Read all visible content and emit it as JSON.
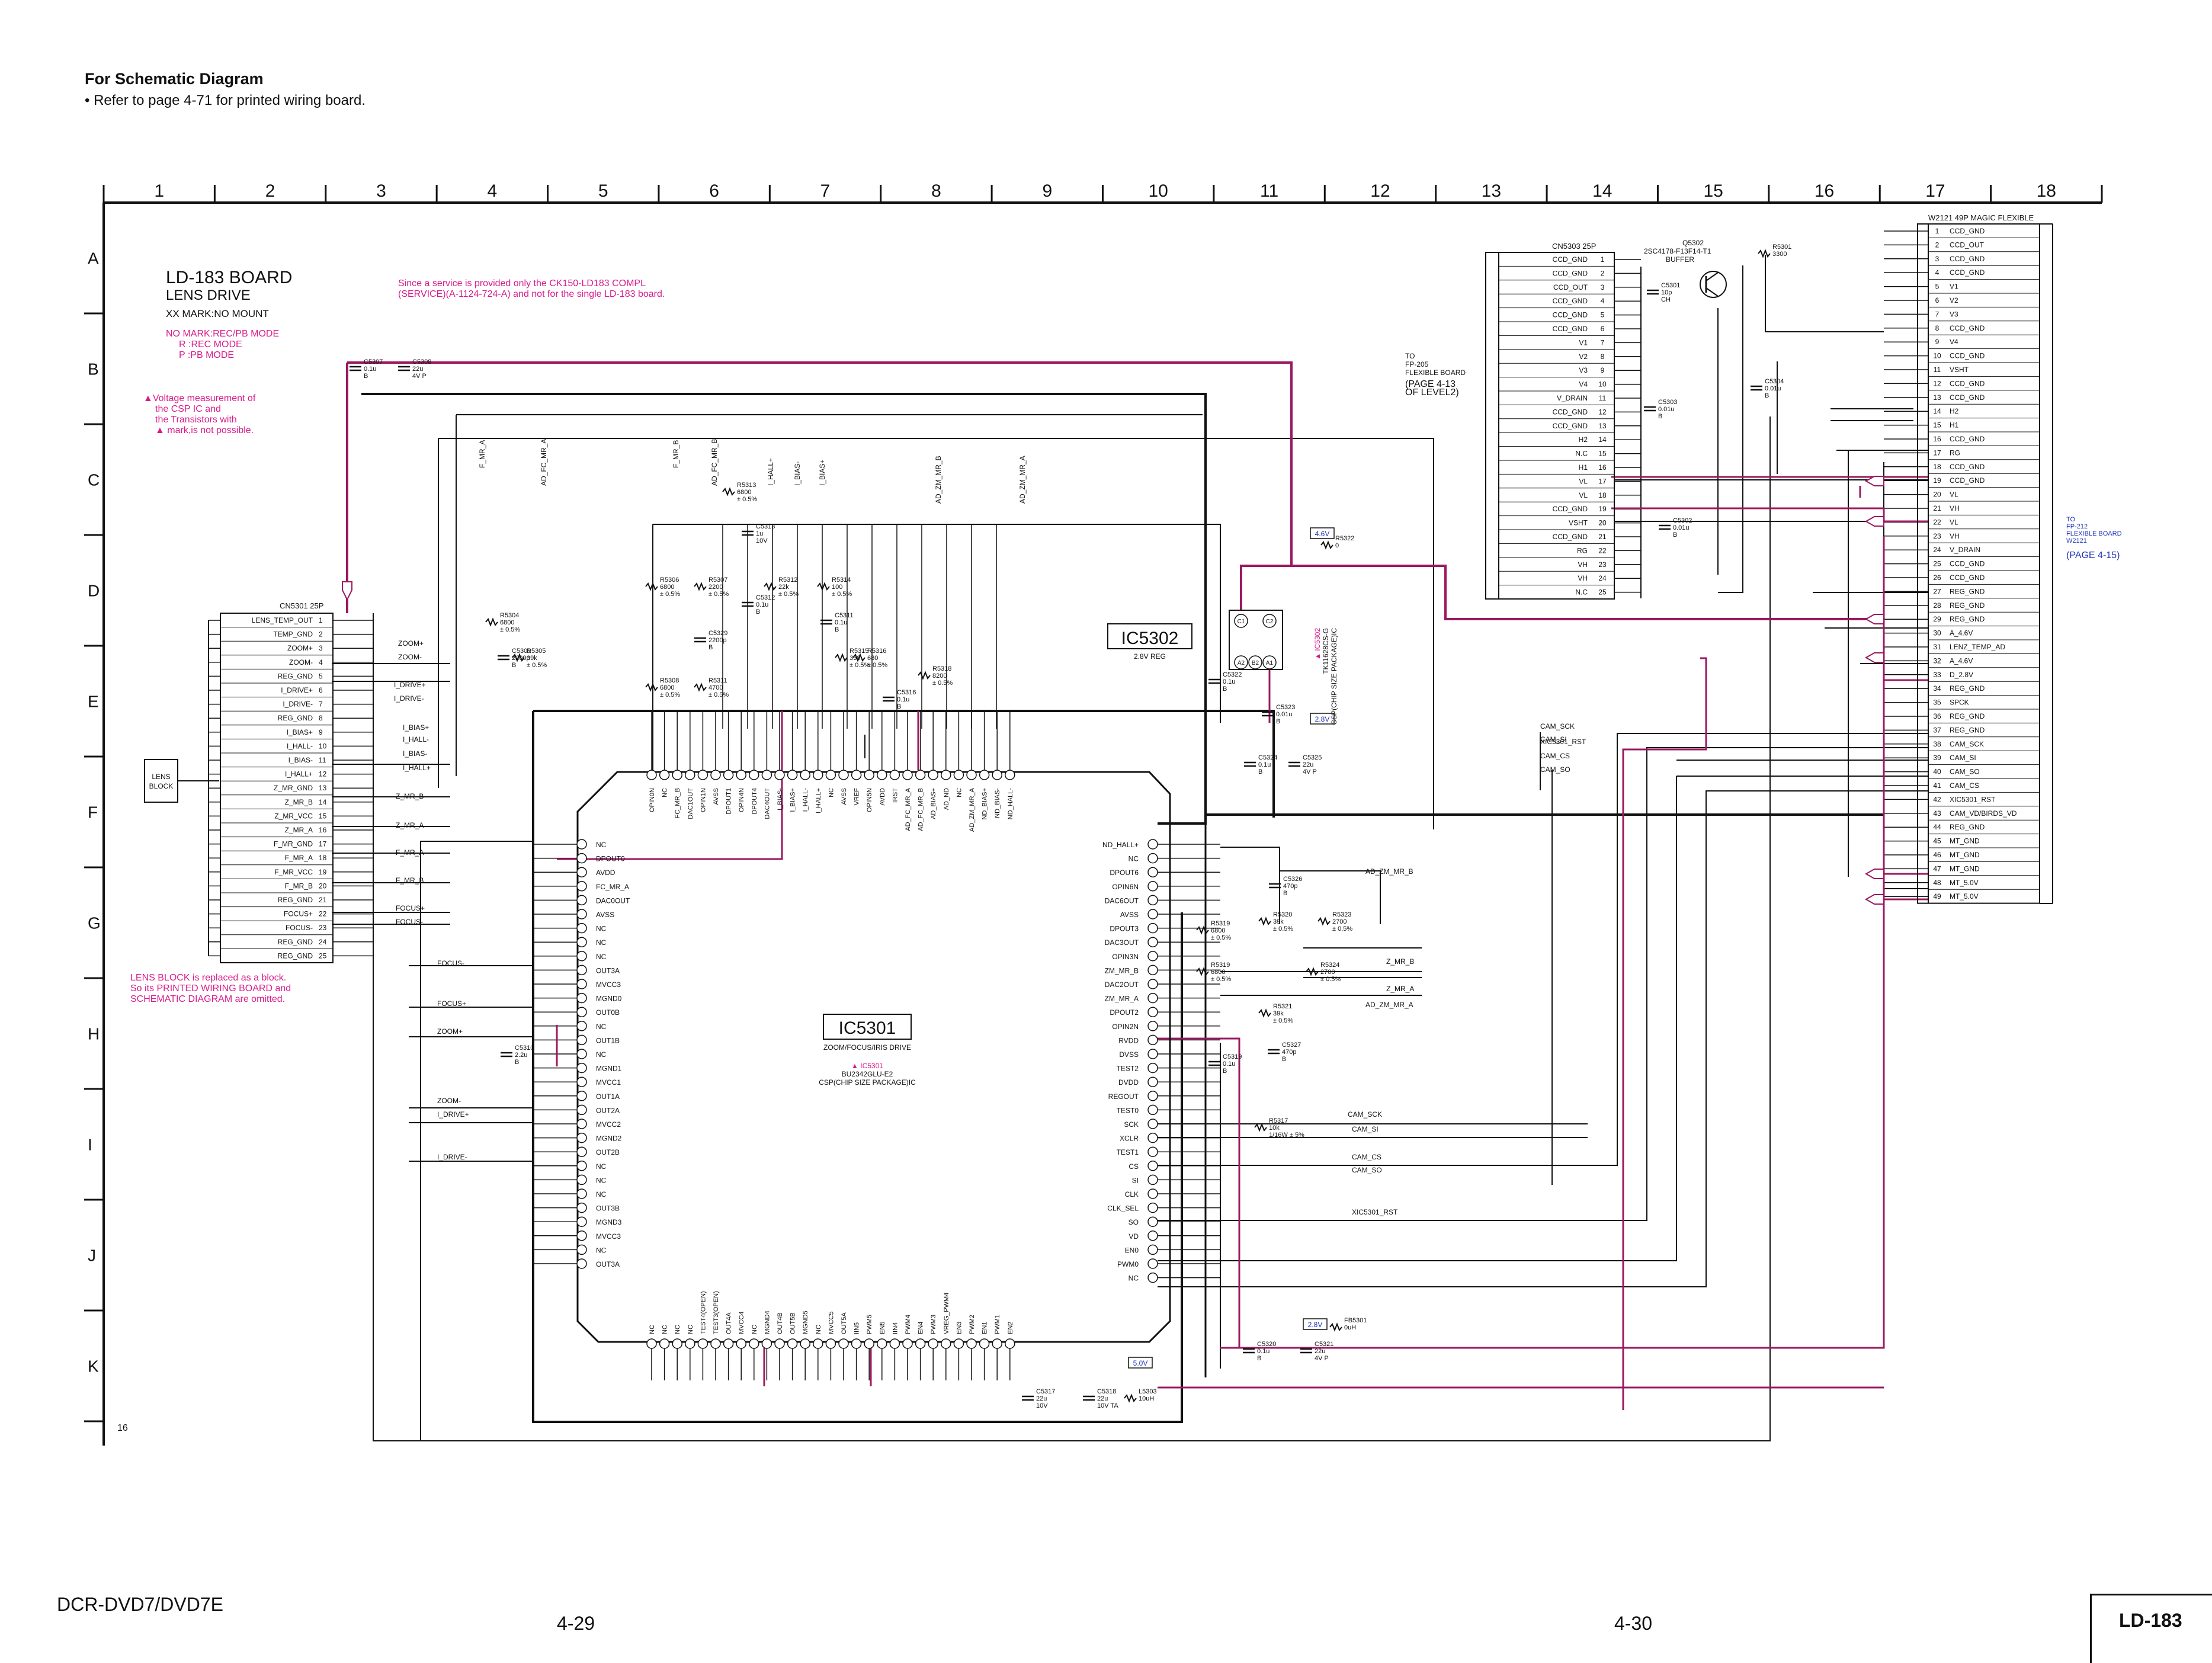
{
  "header": {
    "title": "For Schematic Diagram",
    "note": "• Refer to page 4-71 for printed wiring board."
  },
  "grid": {
    "columns": [
      "1",
      "2",
      "3",
      "4",
      "5",
      "6",
      "7",
      "8",
      "9",
      "10",
      "11",
      "12",
      "13",
      "14",
      "15",
      "16",
      "17",
      "18"
    ],
    "rows": [
      "A",
      "B",
      "C",
      "D",
      "E",
      "F",
      "G",
      "H",
      "I",
      "J",
      "K"
    ]
  },
  "board": {
    "title": "LD-183 BOARD",
    "subtitle": "LENS DRIVE",
    "mount_note": "XX MARK:NO MOUNT",
    "mode_notes": [
      "NO MARK:REC/PB MODE",
      "R  :REC MODE",
      "P  :PB MODE"
    ],
    "warning_notes": [
      "▲Voltage measurement of",
      "the CSP IC and",
      "the Transistors with",
      "▲ mark,is not possible."
    ],
    "service_notes": [
      "Since a service is provided only the CK150-LD183 COMPL",
      "(SERVICE)(A-1124-724-A) and not for the single LD-183 board."
    ],
    "lens_notes": [
      "LENS BLOCK is replaced as a block.",
      "So its PRINTED WIRING BOARD and",
      "SCHEMATIC DIAGRAM are omitted."
    ],
    "corner_number": "16"
  },
  "lens_block": {
    "label1": "LENS",
    "label2": "BLOCK"
  },
  "cn5301": {
    "ref": "CN5301  25P",
    "pins": [
      "LENS_TEMP_OUT",
      "TEMP_GND",
      "ZOOM+",
      "ZOOM-",
      "REG_GND",
      "I_DRIVE+",
      "I_DRIVE-",
      "REG_GND",
      "I_BIAS+",
      "I_HALL-",
      "I_BIAS-",
      "I_HALL+",
      "Z_MR_GND",
      "Z_MR_B",
      "Z_MR_VCC",
      "Z_MR_A",
      "F_MR_GND",
      "F_MR_A",
      "F_MR_VCC",
      "F_MR_B",
      "REG_GND",
      "FOCUS+",
      "FOCUS-",
      "REG_GND",
      "REG_GND"
    ]
  },
  "cn5303": {
    "ref": "CN5303  25P",
    "pins": [
      "CCD_GND",
      "CCD_GND",
      "CCD_OUT",
      "CCD_GND",
      "CCD_GND",
      "CCD_GND",
      "V1",
      "V2",
      "V3",
      "V4",
      "V_DRAIN",
      "CCD_GND",
      "CCD_GND",
      "H2",
      "N.C",
      "H1",
      "VL",
      "VL",
      "CCD_GND",
      "VSHT",
      "CCD_GND",
      "RG",
      "VH",
      "VH",
      "N.C"
    ]
  },
  "w2121": {
    "ref": "W2121  49P  MAGIC FLEXIBLE",
    "pins": [
      "CCD_GND",
      "CCD_OUT",
      "CCD_GND",
      "CCD_GND",
      "V1",
      "V2",
      "V3",
      "CCD_GND",
      "V4",
      "CCD_GND",
      "VSHT",
      "CCD_GND",
      "CCD_GND",
      "H2",
      "H1",
      "CCD_GND",
      "RG",
      "CCD_GND",
      "CCD_GND",
      "VL",
      "VH",
      "VL",
      "VH",
      "V_DRAIN",
      "CCD_GND",
      "CCD_GND",
      "REG_GND",
      "REG_GND",
      "REG_GND",
      "A_4.6V",
      "LENZ_TEMP_AD",
      "A_4.6V",
      "D_2.8V",
      "REG_GND",
      "SPCK",
      "REG_GND",
      "REG_GND",
      "CAM_SCK",
      "CAM_SI",
      "CAM_SO",
      "CAM_CS",
      "XIC5301_RST",
      "CAM_VD/BIRDS_VD",
      "REG_GND",
      "MT_GND",
      "MT_GND",
      "MT_GND",
      "MT_5.0V",
      "MT_5.0V"
    ]
  },
  "ic5301": {
    "label": "IC5301",
    "desc": "ZOOM/FOCUS/IRIS DRIVE",
    "part_ref": "IC5301",
    "part_no": "BU2342GLU-E2",
    "package": "CSP(CHIP SIZE PACKAGE)IC",
    "left_pins": [
      "NC",
      "DPOUT0",
      "AVDD",
      "FC_MR_A",
      "DAC0OUT",
      "AVSS",
      "NC",
      "NC",
      "NC",
      "OUT3A",
      "MVCC3",
      "MGND0",
      "OUT0B",
      "NC",
      "OUT1B",
      "NC",
      "MGND1",
      "MVCC1",
      "OUT1A",
      "OUT2A",
      "MVCC2",
      "MGND2",
      "OUT2B",
      "NC",
      "NC",
      "NC",
      "OUT3B",
      "MGND3",
      "MVCC3",
      "NC",
      "OUT3A"
    ],
    "right_pins": [
      "ND_HALL+",
      "NC",
      "DPOUT6",
      "OPIN6N",
      "DAC6OUT",
      "AVSS",
      "DPOUT3",
      "DAC3OUT",
      "OPIN3N",
      "ZM_MR_B",
      "DAC2OUT",
      "ZM_MR_A",
      "DPOUT2",
      "OPIN2N",
      "RVDD",
      "DVSS",
      "TEST2",
      "DVDD",
      "REGOUT",
      "TEST0",
      "SCK",
      "XCLR",
      "TEST1",
      "CS",
      "SI",
      "CLK",
      "CLK_SEL",
      "SO",
      "VD",
      "EN0",
      "PWM0",
      "NC"
    ],
    "top_pins": [
      "OPIN0N",
      "NC",
      "FC_MR_B",
      "DAC1OUT",
      "OPIN1N",
      "AVSS",
      "DPOUT1",
      "OPIN4N",
      "DPOUT4",
      "DAC4OUT",
      "I_BIAS-",
      "I_BIAS+",
      "I_HALL-",
      "I_HALL+",
      "NC",
      "AVSS",
      "VREF",
      "OPIN5N",
      "AVDD",
      "IRST",
      "AD_FC_MR_A",
      "AD_FC_MR_B",
      "AD_BIAS+",
      "AD_ND",
      "NC",
      "AD_ZM_MR_A",
      "ND_BIAS+",
      "ND_BIAS-",
      "ND_HALL-"
    ],
    "bottom_pins": [
      "NC",
      "NC",
      "NC",
      "NC",
      "TEST4(OPEN)",
      "TEST3(OPEN)",
      "OUT4A",
      "MVCC4",
      "NC",
      "MGND4",
      "OUT4B",
      "OUT5B",
      "MGND5",
      "NC",
      "MVCC5",
      "OUT5A",
      "IIN5",
      "PWM5",
      "EN5",
      "IIN4",
      "PWM4",
      "EN4",
      "PWM3",
      "VREG_PWM4",
      "EN3",
      "PWM2",
      "EN1",
      "PWM1",
      "EN2"
    ]
  },
  "ic5302": {
    "label": "IC5302",
    "desc": "2.8V REG",
    "part_ref": "IC5302",
    "part_no": "TK11628CS-G",
    "package": "CSP(CHIP SIZE PACKAGE)IC",
    "pins": [
      "C1",
      "C2",
      "A1",
      "A2",
      "B2"
    ]
  },
  "q5302": {
    "ref": "Q5302",
    "part": "2SC4178-F13F14-T1",
    "desc": "BUFFER"
  },
  "to_fp205": [
    "TO",
    "FP-205",
    "FLEXIBLE BOARD",
    "(PAGE 4-13",
    "OF LEVEL2)"
  ],
  "to_fp212": [
    "TO",
    "FP-212",
    "FLEXIBLE BOARD",
    "W2121",
    "(PAGE 4-15)"
  ],
  "components": [
    {
      "ref": "C5307",
      "val": "0.1u",
      "sub": "B"
    },
    {
      "ref": "C5308",
      "val": "22u",
      "sub": "4V P"
    },
    {
      "ref": "R5313",
      "val": "6800",
      "sub": "± 0.5%"
    },
    {
      "ref": "C5313",
      "val": "1u",
      "sub": "10V"
    },
    {
      "ref": "C5312",
      "val": "0.1u",
      "sub": "B"
    },
    {
      "ref": "R5306",
      "val": "6800",
      "sub": "± 0.5%"
    },
    {
      "ref": "R5307",
      "val": "2200",
      "sub": "± 0.5%"
    },
    {
      "ref": "C5329",
      "val": "2200p",
      "sub": "B"
    },
    {
      "ref": "R5311",
      "val": "4700",
      "sub": "± 0.5%"
    },
    {
      "ref": "R5312",
      "val": "22k",
      "sub": "± 0.5%"
    },
    {
      "ref": "R5314",
      "val": "100",
      "sub": "± 0.5%"
    },
    {
      "ref": "C5311",
      "val": "0.1u",
      "sub": "B"
    },
    {
      "ref": "R5315",
      "val": "330",
      "sub": "± 0.5%"
    },
    {
      "ref": "R5316",
      "val": "680",
      "sub": "± 0.5%"
    },
    {
      "ref": "C5316",
      "val": "0.1u",
      "sub": "B"
    },
    {
      "ref": "R5318",
      "val": "8200",
      "sub": "± 0.5%"
    },
    {
      "ref": "R5304",
      "val": "6800",
      "sub": "± 0.5%"
    },
    {
      "ref": "C5309",
      "val": "2200p",
      "sub": "B"
    },
    {
      "ref": "R5305",
      "val": "39k",
      "sub": "± 0.5%"
    },
    {
      "ref": "R5308",
      "val": "6800",
      "sub": "± 0.5%"
    },
    {
      "ref": "C5322",
      "val": "0.1u",
      "sub": "B"
    },
    {
      "ref": "C5323",
      "val": "0.01u",
      "sub": "B"
    },
    {
      "ref": "C5324",
      "val": "0.1u",
      "sub": "B"
    },
    {
      "ref": "C5325",
      "val": "22u",
      "sub": "4V P"
    },
    {
      "ref": "R5322",
      "val": "0",
      "sub": ""
    },
    {
      "ref": "C5326",
      "val": "470p",
      "sub": "B"
    },
    {
      "ref": "R5320",
      "val": "39k",
      "sub": "± 0.5%"
    },
    {
      "ref": "R5323",
      "val": "2700",
      "sub": "± 0.5%"
    },
    {
      "ref": "R5319",
      "val": "6800",
      "sub": "± 0.5%"
    },
    {
      "ref": "R5319",
      "val": "6800",
      "sub": "± 0.5%"
    },
    {
      "ref": "R5324",
      "val": "2700",
      "sub": "± 0.5%"
    },
    {
      "ref": "R5321",
      "val": "39k",
      "sub": "± 0.5%"
    },
    {
      "ref": "C5327",
      "val": "470p",
      "sub": "B"
    },
    {
      "ref": "C5310",
      "val": "2.2u",
      "sub": "B"
    },
    {
      "ref": "C5319",
      "val": "0.1u",
      "sub": "B"
    },
    {
      "ref": "R5317",
      "val": "10k",
      "sub": "1/16W ± 5%"
    },
    {
      "ref": "C5317",
      "val": "22u",
      "sub": "10V"
    },
    {
      "ref": "C5318",
      "val": "22u",
      "sub": "10V TA"
    },
    {
      "ref": "L5303",
      "val": "10uH",
      "sub": ""
    },
    {
      "ref": "C5320",
      "val": "0.1u",
      "sub": "B"
    },
    {
      "ref": "C5321",
      "val": "22u",
      "sub": "4V P"
    },
    {
      "ref": "FB5301",
      "val": "0uH",
      "sub": ""
    },
    {
      "ref": "C5301",
      "val": "10p",
      "sub": "CH"
    },
    {
      "ref": "R5301",
      "val": "3300",
      "sub": ""
    },
    {
      "ref": "C5303",
      "val": "0.01u",
      "sub": "B"
    },
    {
      "ref": "C5304",
      "val": "0.01u",
      "sub": "B"
    },
    {
      "ref": "C5302",
      "val": "0.01u",
      "sub": "B"
    }
  ],
  "bus_labels": [
    "ZOOM+",
    "ZOOM-",
    "I_DRIVE+",
    "I_DRIVE-",
    "I_BIAS+",
    "I_HALL-",
    "I_BIAS-",
    "I_HALL+",
    "Z_MR_B",
    "Z_MR_A",
    "F_MR_A",
    "F_MR_B",
    "FOCUS+",
    "FOCUS-",
    "FOCUS-",
    "FOCUS+",
    "ZOOM+",
    "ZOOM-",
    "I_DRIVE+",
    "I_DRIVE-",
    "AD_ZM_MR_B",
    "Z_MR_B",
    "Z_MR_A",
    "AD_ZM_MR_A",
    "CAM_SCK",
    "XIC5301_RST",
    "CAM_CS",
    "CAM_SO",
    "CAM_SI",
    "CAM_SCK",
    "CAM_SI",
    "CAM_SO",
    "CAM_CS",
    "XIC5301_RST",
    "F_MR_A",
    "AD_FC_MR_A",
    "F_MR_B",
    "AD_FC_MR_B",
    "I_HALL+",
    "I_BIAS-",
    "I_BIAS+",
    "AD_ZM_MR_B",
    "AD_ZM_MR_A"
  ],
  "voltage_tags": [
    "4.6V",
    "2.8V",
    "2.8V",
    "5.0V"
  ],
  "footer": {
    "model": "DCR-DVD7/DVD7E",
    "page_left": "4-29",
    "page_right": "4-30",
    "badge": "LD-183"
  },
  "colors": {
    "wire": "#111111",
    "power": "#9b1860",
    "note": "#d81b8a",
    "tag": "#2233bb"
  }
}
